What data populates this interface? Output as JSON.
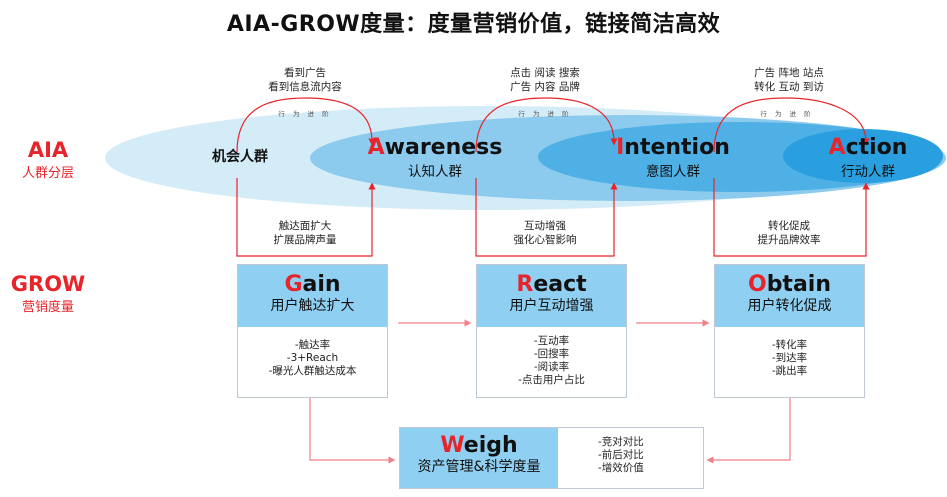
{
  "title": "AIA-GROW度量：度量营销价值，链接简洁高效",
  "layers": {
    "aia": {
      "title": "AIA",
      "subtitle": "人群分层"
    },
    "grow": {
      "title": "GROW",
      "subtitle": "营销度量"
    }
  },
  "aia_stages": [
    {
      "name": "机会人群"
    },
    {
      "cap": "A",
      "rest": "wareness",
      "cn": "认知人群"
    },
    {
      "cap": "I",
      "rest": "ntention",
      "cn": "意图人群"
    },
    {
      "cap": "A",
      "rest": "ction",
      "cn": "行动人群"
    }
  ],
  "top_notes": [
    {
      "line1": "看到广告",
      "line2": "看到信息流内容",
      "label": "行 为 进 阶"
    },
    {
      "line1": "点击 阅读 搜索",
      "line2": "广告 内容 品牌",
      "label": "行 为 进 阶"
    },
    {
      "line1": "广告 阵地 站点",
      "line2": "转化 互动 到访",
      "label": "行 为 进 阶"
    }
  ],
  "mid_notes": [
    {
      "line1": "触达面扩大",
      "line2": "扩展品牌声量"
    },
    {
      "line1": "互动增强",
      "line2": "强化心智影响"
    },
    {
      "line1": "转化促成",
      "line2": "提升品牌效率"
    }
  ],
  "grow_boxes": [
    {
      "cap": "G",
      "rest": "ain",
      "cn": "用户触达扩大",
      "metrics": [
        "-触达率",
        "-3+Reach",
        "-曝光人群触达成本"
      ]
    },
    {
      "cap": "R",
      "rest": "eact",
      "cn": "用户互动增强",
      "metrics": [
        "-互动率",
        "-回搜率",
        "-阅读率",
        "-点击用户占比"
      ]
    },
    {
      "cap": "O",
      "rest": "btain",
      "cn": "用户转化促成",
      "metrics": [
        "-转化率",
        "-到达率",
        "-跳出率"
      ]
    }
  ],
  "weigh": {
    "cap": "W",
    "rest": "eigh",
    "cn": "资产管理&科学度量",
    "metrics": [
      "-竞对对比",
      "-前后对比",
      "-增效价值"
    ]
  },
  "colors": {
    "accent_red": "#e8242b",
    "ellipse_light": "#d4ecf8",
    "ellipse_mid": "#8ccbee",
    "ellipse_dark": "#4fb0e6",
    "ellipse_deepest": "#2a9fe0",
    "box_head": "#8fcff1",
    "arrow_pink": "#f0808a"
  }
}
